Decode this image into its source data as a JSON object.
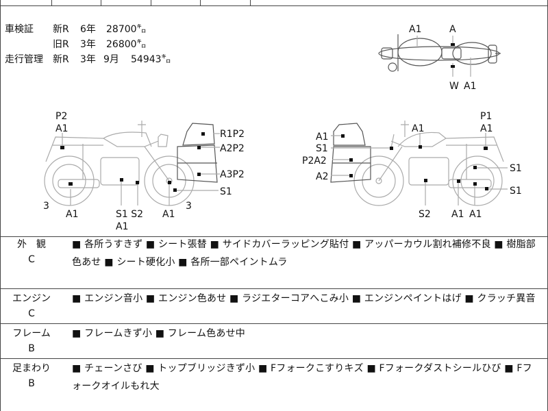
{
  "odometer": {
    "rows": [
      {
        "label": "車検証",
        "kind": "新R",
        "period": "6年",
        "month": "",
        "value": "28700㌔"
      },
      {
        "label": "",
        "kind": "旧R",
        "period": "3年",
        "month": "",
        "value": "26800㌔"
      },
      {
        "label": "走行管理",
        "kind": "新R",
        "period": "3年",
        "month": "9月",
        "value": "54943㌔"
      }
    ]
  },
  "top_view_labels": {
    "a1_left": "A1",
    "a_top": "A",
    "w": "W",
    "a1_right": "A1"
  },
  "left_view_labels": {
    "p2": "P2",
    "a1_top": "A1",
    "r1p2": "R1P2",
    "a2p2": "A2P2",
    "a3p2": "A3P2",
    "s1": "S1",
    "three_left": "3",
    "a1_front": "A1",
    "s1s2": "S1 S2",
    "a1_mid": "A1",
    "a1_rear": "A1",
    "three_right": "3"
  },
  "right_view_labels": {
    "p1": "P1",
    "a1_top": "A1",
    "a1_tank": "A1",
    "a1_cowl": "A1",
    "s1_cowl": "S1",
    "p2a2": "P2A2",
    "a2": "A2",
    "s1_right1": "S1",
    "s1_right2": "S1",
    "s2": "S2",
    "a1_b1": "A1",
    "a1_b2": "A1"
  },
  "sections": [
    {
      "title": "外　観",
      "grade": "C",
      "text": "■ 各所うすきず ■ シート張替 ■ サイドカバーラッピング貼付 ■ アッパーカウル割れ補修不良 ■ 樹脂部色あせ ■ シート硬化小 ■ 各所一部ペイントムラ"
    },
    {
      "title": "エンジン",
      "grade": "C",
      "text": "■ エンジン音小 ■ エンジン色あせ ■ ラジエターコアへこみ小 ■ エンジンペイントはげ ■ クラッチ異音"
    },
    {
      "title": "フレーム",
      "grade": "B",
      "text": "■ フレームきず小 ■ フレーム色あせ中"
    },
    {
      "title": "足まわり",
      "grade": "B",
      "text": "■ チェーンさび ■ トップブリッジきず小 ■ Fフォークこすりキズ ■ Fフォークダストシールひび ■ Fフォークオイルもれ大"
    }
  ]
}
